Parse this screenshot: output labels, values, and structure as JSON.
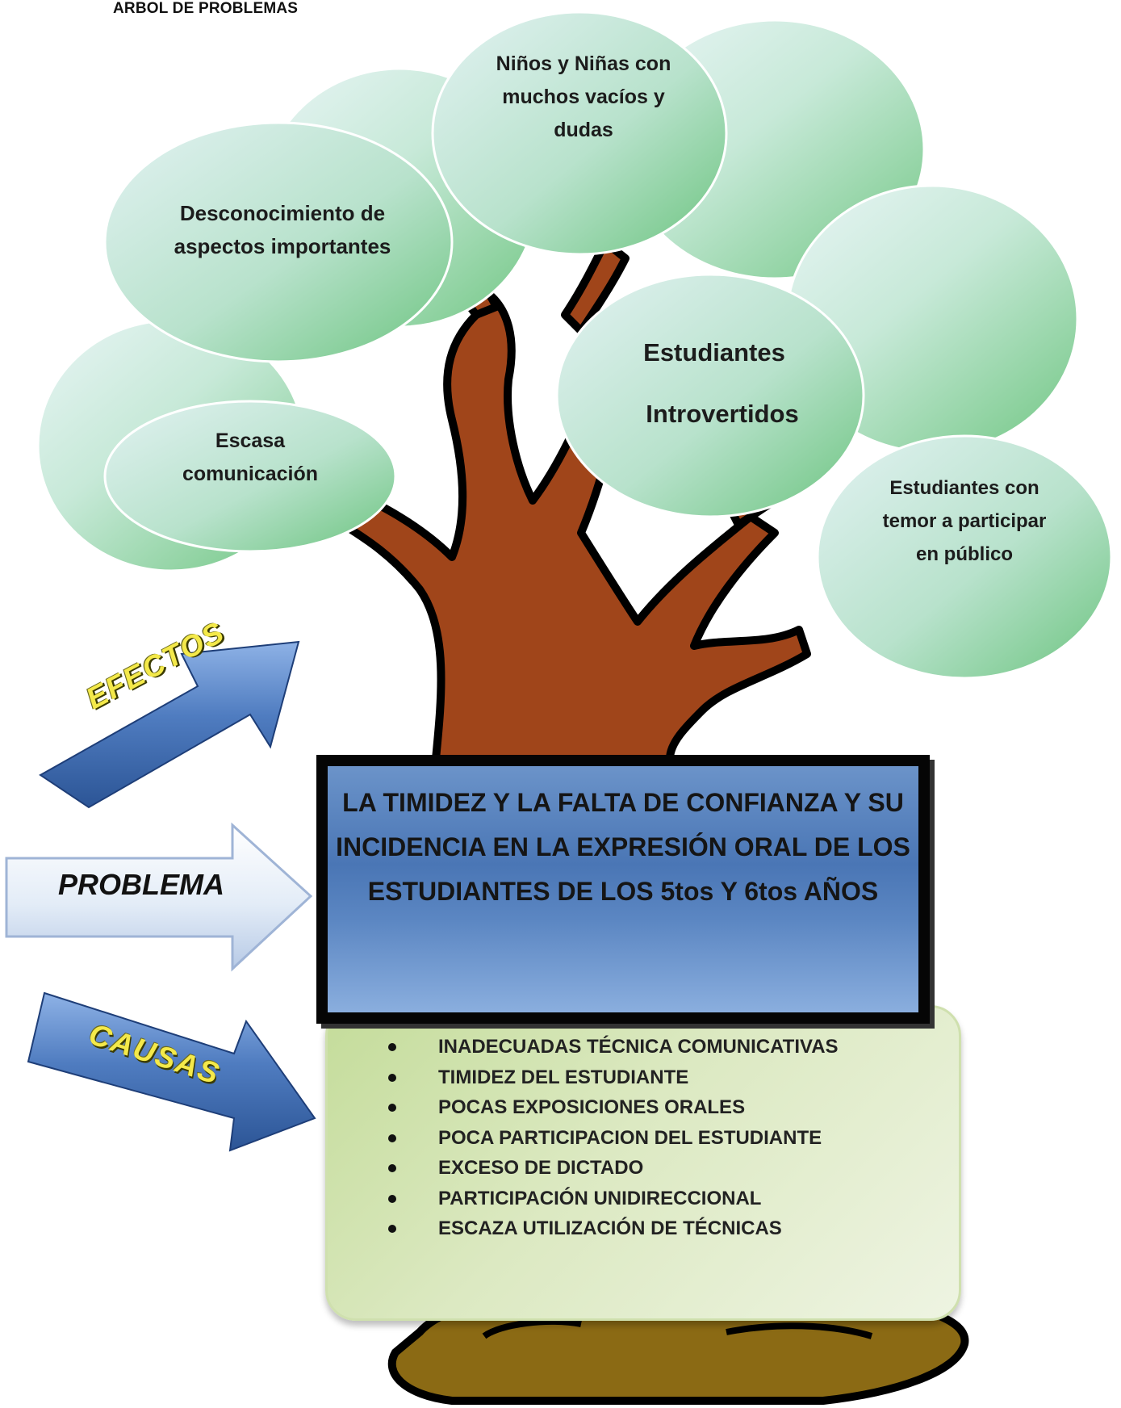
{
  "title": "ARBOL DE PROBLEMAS",
  "effects": [
    {
      "lines": [
        "Desconocimiento de",
        "aspectos importantes"
      ]
    },
    {
      "lines": [
        "Niños y Niñas con",
        "muchos vacíos y",
        "dudas"
      ]
    },
    {
      "lines": [
        "Escasa",
        "comunicación"
      ]
    },
    {
      "lines": [
        "Estudiantes",
        "Introvertidos"
      ]
    },
    {
      "lines": [
        "Estudiantes con",
        "temor a participar",
        "en público"
      ]
    }
  ],
  "problem": {
    "lines": [
      "LA TIMIDEZ Y LA FALTA DE CONFIANZA Y SU",
      "INCIDENCIA EN LA EXPRESIÓN ORAL DE LOS",
      "ESTUDIANTES DE LOS 5tos Y 6tos AÑOS"
    ]
  },
  "causes": [
    "INADECUADAS TÉCNICA COMUNICATIVAS",
    "TIMIDEZ DEL ESTUDIANTE",
    "POCAS EXPOSICIONES ORALES",
    "POCA PARTICIPACION DEL ESTUDIANTE",
    "EXCESO DE DICTADO",
    "PARTICIPACIÓN UNIDIRECCIONAL",
    "ESCAZA UTILIZACIÓN DE TÉCNICAS"
  ],
  "labels": {
    "efectos": "EFECTOS",
    "problema": "PROBLEMA",
    "causas": "CAUSAS"
  },
  "colors": {
    "trunk": "#a0451a",
    "trunk_outline": "#000000",
    "leaf_light": "#dff0ee",
    "leaf_dark": "#7ccc8c",
    "arrow_blue": "#3f6fb8",
    "label_yellow": "#f4e94a",
    "problem_blue": "#4a76b5",
    "causes_green": "#c4dc9a",
    "ground": "#8b6a14"
  }
}
